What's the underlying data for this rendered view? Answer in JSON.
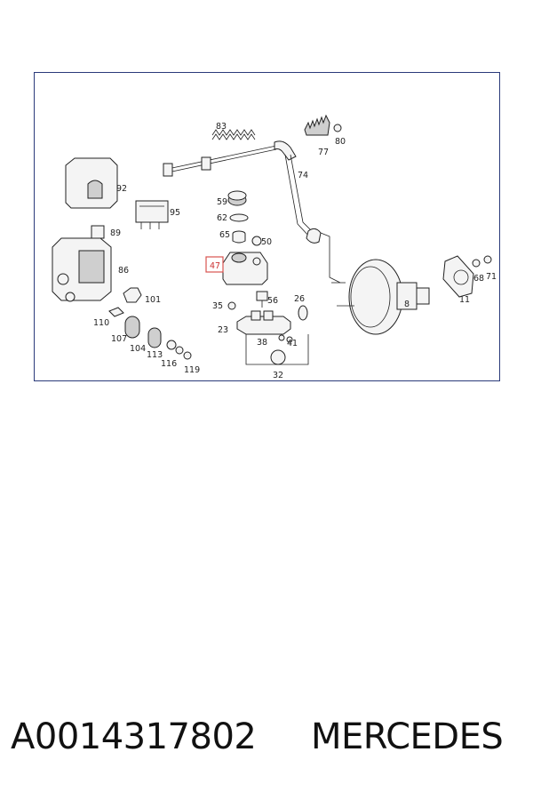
{
  "diagram": {
    "labels": {
      "p83": "83",
      "p80": "80",
      "p77": "77",
      "p74": "74",
      "p92": "92",
      "p95": "95",
      "p59": "59",
      "p62": "62",
      "p65": "65",
      "p50": "50",
      "p89": "89",
      "p86": "86",
      "p47": "47",
      "p101": "101",
      "p56": "56",
      "p26": "26",
      "p35": "35",
      "p110": "110",
      "p23": "23",
      "p38": "38",
      "p41": "41",
      "p107": "107",
      "p104": "104",
      "p113": "113",
      "p116": "116",
      "p119": "119",
      "p32": "32",
      "p8": "8",
      "p68": "68",
      "p71": "71",
      "p11": "11"
    },
    "highlight_color": "#d9534f"
  },
  "footer": {
    "part_number": "A0014317802",
    "brand": "MERCEDES"
  }
}
